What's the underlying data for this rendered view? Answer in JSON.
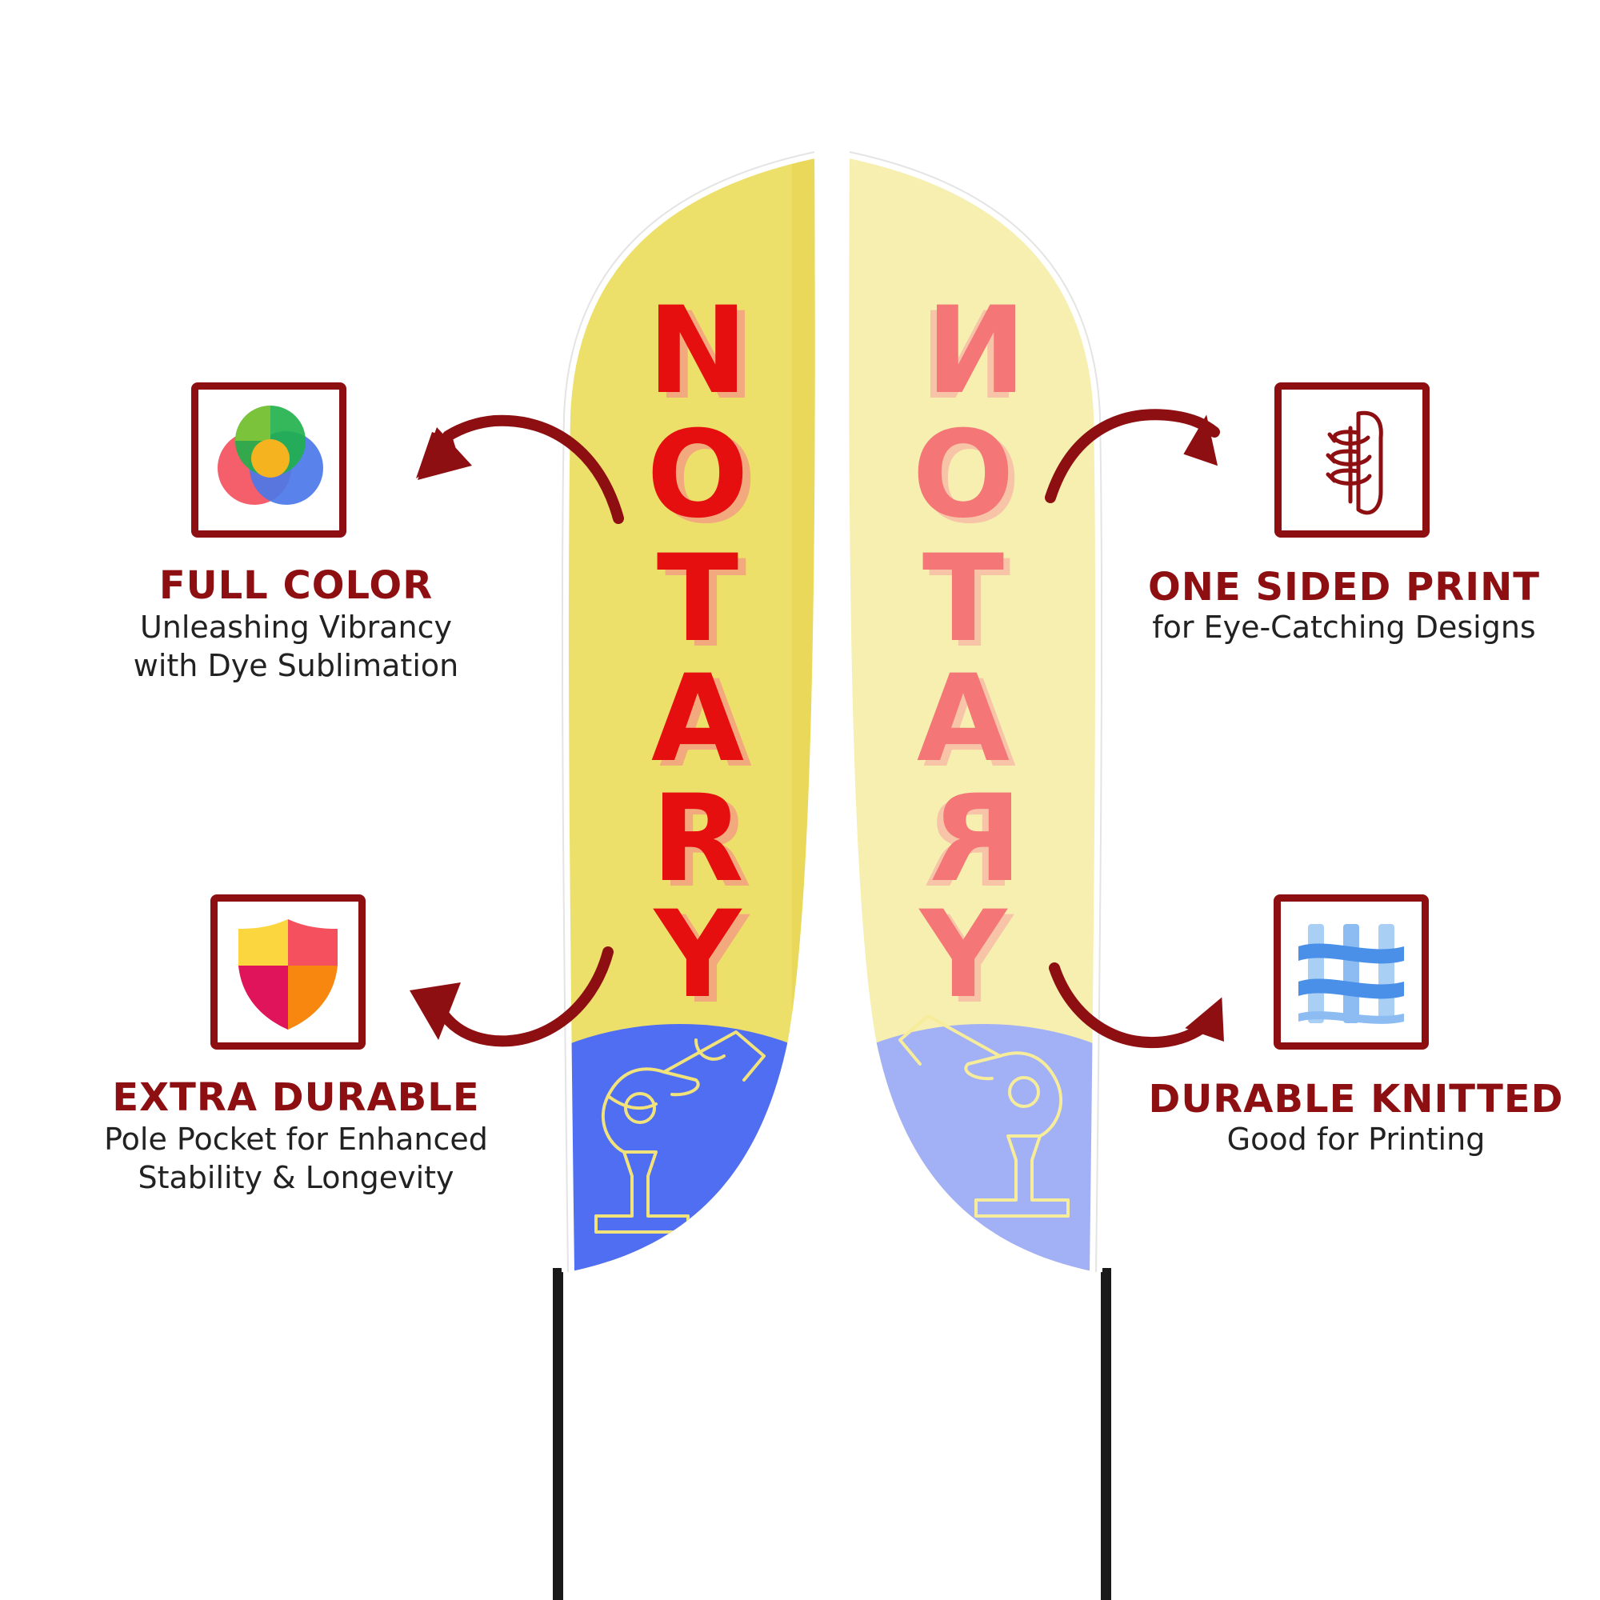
{
  "flags": {
    "front": {
      "word": "NOTARY",
      "letters": [
        "N",
        "O",
        "T",
        "A",
        "R",
        "Y"
      ]
    },
    "back": {
      "word": "NOTARY",
      "letters": [
        "N",
        "O",
        "T",
        "A",
        "R",
        "Y"
      ]
    }
  },
  "features": [
    {
      "title": "FULL COLOR",
      "subtitle_lines": [
        "Unleashing Vibrancy",
        "with Dye Sublimation"
      ],
      "icon": "color-circles-icon"
    },
    {
      "title": "ONE SIDED PRINT",
      "subtitle_lines": [
        "for Eye-Catching Designs"
      ],
      "icon": "print-spiral-icon"
    },
    {
      "title": "EXTRA DURABLE",
      "subtitle_lines": [
        "Pole Pocket for Enhanced",
        "Stability & Longevity"
      ],
      "icon": "shield-icon"
    },
    {
      "title": "DURABLE KNITTED",
      "subtitle_lines": [
        "Good for Printing"
      ],
      "icon": "knit-fabric-icon"
    }
  ],
  "colors": {
    "accent": "#8d0f12",
    "front_flag": "#ede06a",
    "back_flag": "#f6efb0",
    "front_letters": "#e50f0f",
    "back_letters": "#f47676",
    "front_bottom": "#4f6ef2",
    "back_bottom": "#a2b0f5"
  }
}
